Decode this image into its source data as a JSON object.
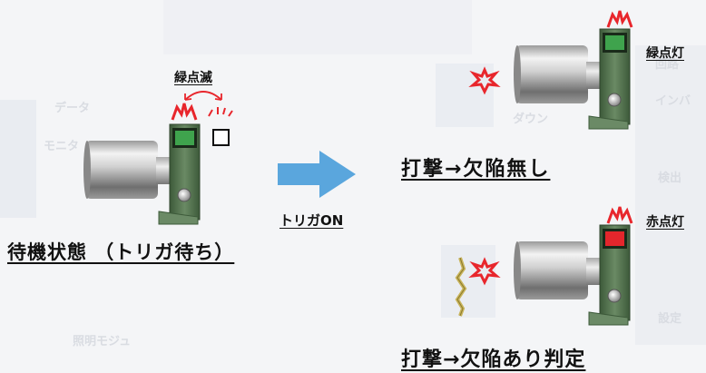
{
  "background_labels": [
    "データ",
    "モニタ",
    "ダウン",
    "インバ",
    "検出",
    "回路",
    "設定",
    "照明モジュ"
  ],
  "left": {
    "blink_label": "緑点滅",
    "state_label": "待機状態 （トリガ待ち）",
    "indicator_color": "#3fa34d"
  },
  "arrow": {
    "label": "トリガON",
    "color": "#5aa6dd"
  },
  "top_right": {
    "lamp_label": "緑点灯",
    "result_label": "打撃→欠陥無し",
    "indicator_color": "#3fa34d"
  },
  "bottom_right": {
    "lamp_label": "赤点灯",
    "result_label": "打撃→欠陥あり判定",
    "indicator_color": "#e3262c"
  },
  "colors": {
    "spark": "#e8262c",
    "housing": "#5f7f5a",
    "cylinder_light": "#f2f2f2",
    "cylinder_dark": "#7d7d7d"
  }
}
